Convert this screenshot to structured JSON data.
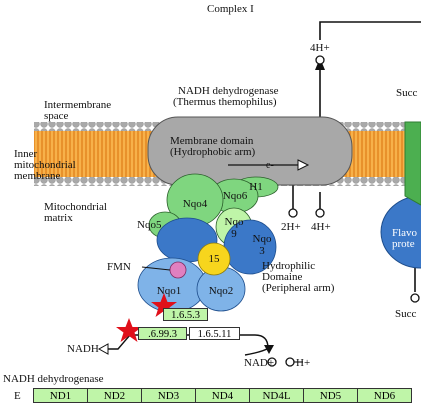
{
  "title": "Complex I",
  "enzyme_title_line1": "NADH dehydrogenase",
  "enzyme_title_line2": "(Thermus themophilus)",
  "labels": {
    "intermembrane_1": "Intermembrane",
    "intermembrane_2": "space",
    "inner_1": "Inner",
    "inner_2": "mitochondrial",
    "inner_3": "membrane",
    "matrix_1": "Mitochondrial",
    "matrix_2": "matrix",
    "membrane_domain_1": "Membrane domain",
    "membrane_domain_2": "(Hydrophobic arm)",
    "hydrophilic_1": "Hydrophilic",
    "hydrophilic_2": "Domaine",
    "hydrophilic_3": "(Peripheral arm)",
    "fmn": "FMN",
    "h_top": "4H+",
    "h_bottom_1": "2H+",
    "h_bottom_2": "4H+",
    "electron": "e-",
    "nadh": "NADH",
    "nad": "NAD+",
    "h_plus": "H+",
    "succ_top": "Succ",
    "succ_bottom": "Succ",
    "flavo_1": "Flavo",
    "flavo_2": "prote",
    "footer_title": "NADH dehydrogenase",
    "footer_row_label": "E"
  },
  "subunits": {
    "h1": "H1",
    "nqo6": "Nqo6",
    "nqo4": "Nqo4",
    "nqo5": "Nqo5",
    "nqo9_a": "Nqo",
    "nqo9_b": "9",
    "nqo3_a": "Nqo",
    "nqo3_b": "3",
    "s15": "15",
    "nqo1": "Nqo1",
    "nqo2": "Nqo2"
  },
  "ec_numbers": {
    "ec1": "1.6.5.3",
    "ec2": ".6.99.3",
    "ec3": "1.6.5.11"
  },
  "genes": [
    "ND1",
    "ND2",
    "ND3",
    "ND4",
    "ND4L",
    "ND5",
    "ND6"
  ],
  "colors": {
    "membrane": "#f5a030",
    "membrane_head": "#b0b0b0",
    "green": "#7fd67f",
    "blue": "#3b78c8",
    "light_blue": "#7fb3e8",
    "yellow": "#f7d51d",
    "pink": "#e080c0",
    "ec_green": "#bff5a8",
    "star": "#e0101a"
  }
}
